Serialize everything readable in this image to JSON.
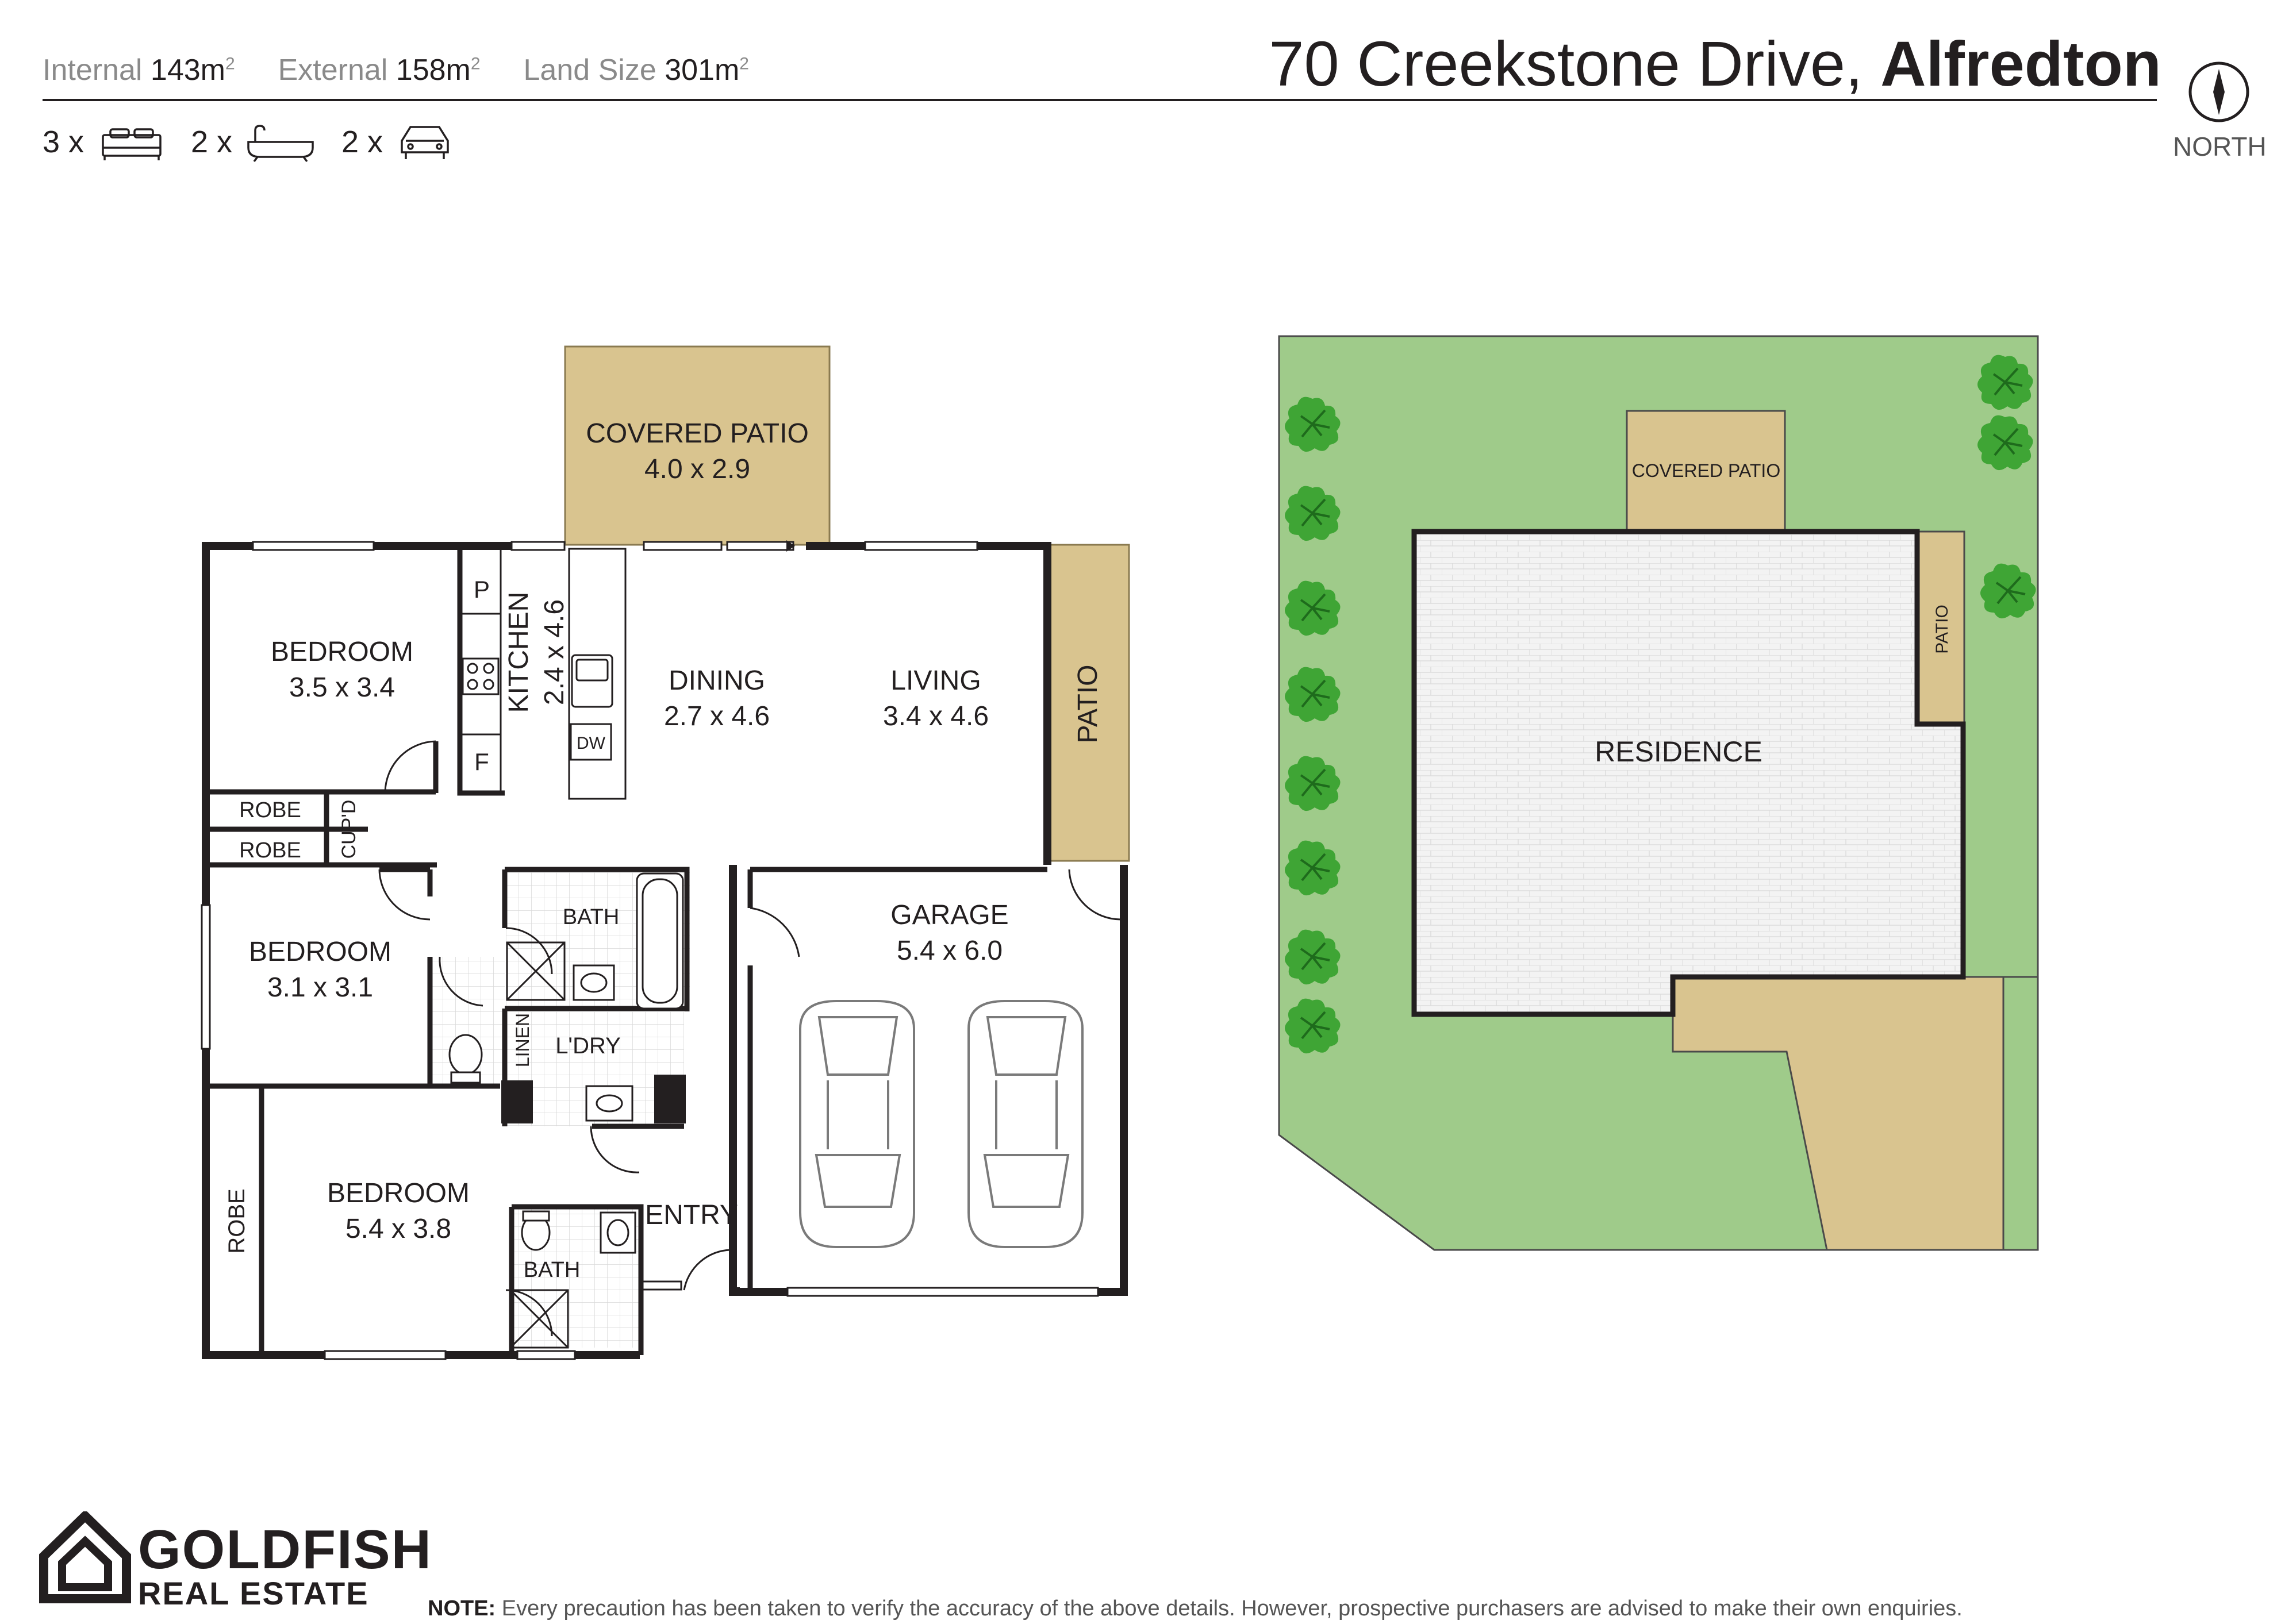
{
  "header": {
    "stats": [
      {
        "label": "Internal",
        "value": "143m",
        "sup": "2"
      },
      {
        "label": "External",
        "value": "158m",
        "sup": "2"
      },
      {
        "label": "Land Size",
        "value": "301m",
        "sup": "2"
      }
    ],
    "address_street": "70 Creekstone Drive,",
    "address_suburb": "Alfredton",
    "north_label": "NORTH",
    "counts": {
      "bed": "3 x",
      "bath": "2 x",
      "car": "2 x"
    }
  },
  "floorplan": {
    "covered_patio": {
      "name": "COVERED PATIO",
      "dims": "4.0 x 2.9"
    },
    "bedroom1": {
      "name": "BEDROOM",
      "dims": "3.5 x 3.4"
    },
    "kitchen": {
      "name": "KITCHEN",
      "dims": "2.4 x 4.6"
    },
    "dining": {
      "name": "DINING",
      "dims": "2.7 x 4.6"
    },
    "living": {
      "name": "LIVING",
      "dims": "3.4 x 4.6"
    },
    "patio": "PATIO",
    "pantry": "P",
    "fridge": "F",
    "dishwasher": "DW",
    "robe1": "ROBE",
    "robe2": "ROBE",
    "cupboard": "CUP'D",
    "bath1": "BATH",
    "bedroom2": {
      "name": "BEDROOM",
      "dims": "3.1 x 3.1"
    },
    "linen": "LINEN",
    "laundry": "L'DRY",
    "garage": {
      "name": "GARAGE",
      "dims": "5.4 x 6.0"
    },
    "robe3": "ROBE",
    "bedroom3": {
      "name": "BEDROOM",
      "dims": "5.4 x 3.8"
    },
    "entry": "ENTRY",
    "bath2": "BATH"
  },
  "siteplan": {
    "covered_patio": "COVERED PATIO",
    "patio": "PATIO",
    "residence": "RESIDENCE"
  },
  "colors": {
    "wall": "#231f20",
    "patio": "#d9c48f",
    "grass": "#9fcb8a",
    "tree": "#3fa535",
    "residence": "#f1f1f1"
  },
  "footer": {
    "brand": "GOLDFISH",
    "brand_sub": "REAL ESTATE",
    "note_label": "NOTE:",
    "note_text": " Every precaution has been taken to verify the accuracy of the above details. However, prospective purchasers are advised to make their own enquiries."
  }
}
